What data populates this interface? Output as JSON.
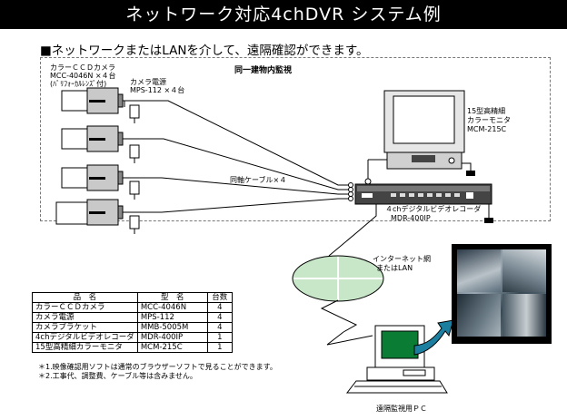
{
  "header": {
    "title": "ネットワーク対応4chDVR システム例"
  },
  "subtitle": "■ネットワークまたはLANを介して、遠隔確認ができます。",
  "diagram": {
    "area_label": "同一建物内監視",
    "camera_label": [
      "カラーＣＣＤカメラ",
      "MCC-4046N ×４台",
      "(ﾊﾞﾘﾌｫｰｶﾙﾚﾝｽﾞ付)"
    ],
    "power_label": [
      "カメラ電源",
      "MPS-112 ×４台"
    ],
    "cable_label": "同軸ケーブル×４",
    "monitor_label": [
      "15型高精細",
      "カラーモニタ",
      "MCM-215C"
    ],
    "dvr_label": [
      "４chデジタルビデオレコーダ",
      "MDR-400IP"
    ],
    "network_label": [
      "インターネット網",
      "またはLAN"
    ],
    "pc_label": "遠隔監視用ＰＣ"
  },
  "table": {
    "headers": [
      "品　名",
      "型　名",
      "台数"
    ],
    "rows": [
      [
        "カラーＣＣＤカメラ",
        "MCC-4046N",
        "4"
      ],
      [
        "カメラ電源",
        "MPS-112",
        "4"
      ],
      [
        "カメラブラケット",
        "MMB-5005M",
        "4"
      ],
      [
        "4chデジタルビデオレコーダ",
        "MDR-400IP",
        "1"
      ],
      [
        "15型高精細カラーモニタ",
        "MCM-215C",
        "1"
      ]
    ]
  },
  "notes": [
    "＊1.映像確認用ソフトは通常のブラウザーソフトで見ることができます。",
    "＊2.工事代、調整費、ケーブル等は含みません。"
  ]
}
